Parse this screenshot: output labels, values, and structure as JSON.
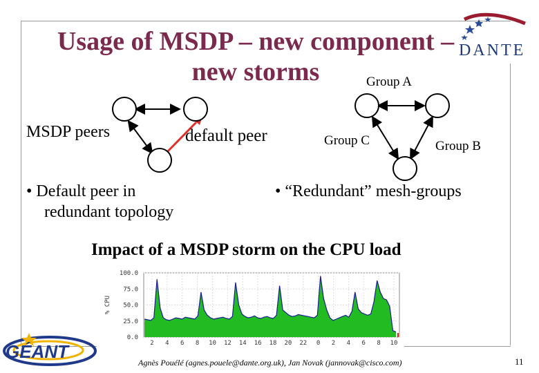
{
  "title": {
    "line1": "Usage of MSDP – new component –",
    "line2": "new storms"
  },
  "logos": {
    "dante": "DANTE",
    "geant": "GÉANT"
  },
  "left_diagram": {
    "label_peers": "MSDP peers",
    "label_default": "default peer"
  },
  "right_diagram": {
    "group_a": "Group A",
    "group_b": "Group B",
    "group_c": "Group C"
  },
  "bullets": {
    "left_line1": "• Default peer in",
    "left_line2": "redundant topology",
    "right": "• “Redundant” mesh-groups"
  },
  "impact_title": "Impact of a MSDP storm on the CPU load",
  "chart_data": {
    "type": "area",
    "ylabel": "% CPU",
    "y_ticks": [
      "100.0",
      "75.0",
      "50.0",
      "25.0",
      "0.0"
    ],
    "x_ticks": [
      "2",
      "4",
      "6",
      "8",
      "10",
      "12",
      "14",
      "16",
      "18",
      "20",
      "22",
      "0",
      "2",
      "4",
      "6",
      "8",
      "10"
    ],
    "ylim": [
      0,
      100
    ],
    "grid": true,
    "values": [
      28,
      27,
      26,
      30,
      90,
      45,
      30,
      27,
      26,
      28,
      30,
      29,
      28,
      31,
      30,
      29,
      28,
      33,
      70,
      42,
      34,
      30,
      28,
      29,
      30,
      31,
      29,
      28,
      32,
      85,
      50,
      36,
      32,
      30,
      31,
      33,
      30,
      29,
      31,
      32,
      30,
      29,
      34,
      80,
      42,
      38,
      34,
      32,
      33,
      35,
      34,
      33,
      32,
      31,
      30,
      34,
      95,
      60,
      42,
      30,
      26,
      28,
      30,
      32,
      34,
      31,
      40,
      70,
      44,
      38,
      36,
      34,
      36,
      55,
      88,
      70,
      60,
      58,
      48,
      10,
      8
    ],
    "accent_color": "#22bb22",
    "line_color": "#1a1a9a"
  },
  "footer": "Agnès Pouélé (agnes.pouele@dante.org.uk), Jan Novak (jannovak@cisco.com)",
  "page_number": "11"
}
